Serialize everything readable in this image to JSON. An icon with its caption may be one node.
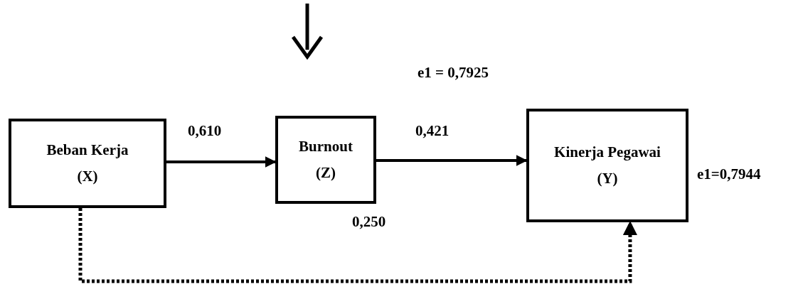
{
  "diagram": {
    "nodes": [
      {
        "text": [
          "Beban Kerja",
          "(X)"
        ]
      },
      {
        "text": [
          "Burnout",
          "(Z)"
        ]
      },
      {
        "text": [
          "Kinerja Pegawai",
          "(Y)"
        ]
      }
    ],
    "edges": [
      {
        "from": 0,
        "to": 1,
        "arrow": "to",
        "label": "0,610"
      },
      {
        "from": 1,
        "to": 2,
        "arrow": "to",
        "label": "0,421"
      },
      {
        "from": 0,
        "to": 2,
        "arrow": "to",
        "label": "0,250",
        "style": "dashed"
      }
    ],
    "labels": [
      "e1 = 0,7925",
      "e1=0,7944"
    ]
  }
}
